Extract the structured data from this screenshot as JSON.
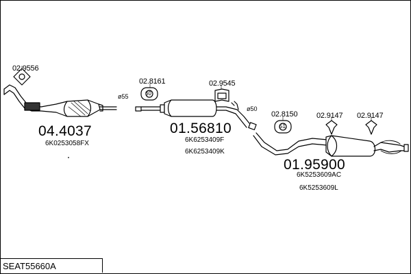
{
  "diagram_code": "SEAT55660A",
  "parts": [
    {
      "id": "catalytic-converter",
      "number": "04.4037",
      "oem": [
        "6K0253058FX"
      ]
    },
    {
      "id": "middle-silencer",
      "number": "01.56810",
      "oem": [
        "6K6253409F",
        "6K6253409K"
      ]
    },
    {
      "id": "rear-silencer",
      "number": "01.95900",
      "oem": [
        "6K5253609AC",
        "6K5253609L"
      ]
    }
  ],
  "accessories": [
    {
      "id": "gasket",
      "number": "02.9556"
    },
    {
      "id": "rubber-mount-1",
      "number": "02.8161",
      "marker": "60"
    },
    {
      "id": "rubber-mount-2",
      "number": "02.9545"
    },
    {
      "id": "rubber-mount-3",
      "number": "02.8150",
      "marker": "51"
    },
    {
      "id": "clamp-1",
      "number": "02.9147"
    },
    {
      "id": "clamp-2",
      "number": "02.9147"
    }
  ],
  "diameters": [
    "ø55",
    "ø50"
  ]
}
